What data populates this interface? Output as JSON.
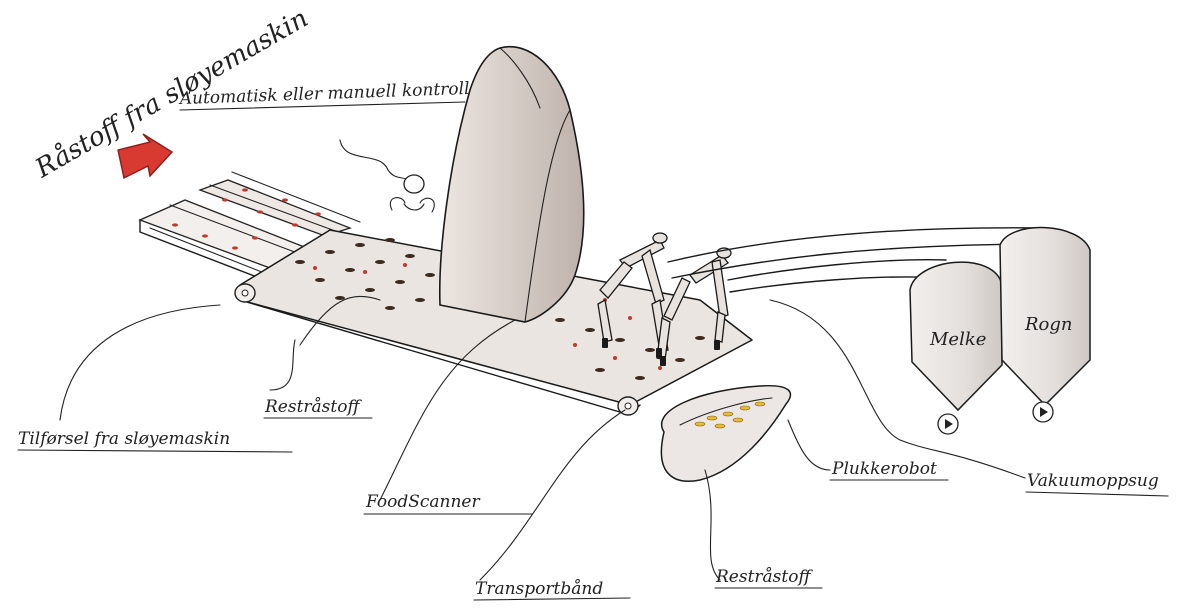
{
  "title": "Råstoff fra sløyemaskin",
  "labels": {
    "control": "Automatisk eller manuell kontroll",
    "residual_belt": "Restråstoff",
    "supply": "Tilførsel fra sløyemaskin",
    "scanner": "FoodScanner",
    "conveyor": "Transportbånd",
    "residual_bin": "Restråstoff",
    "picker": "Plukkerobot",
    "vacuum": "Vakuumoppsug"
  },
  "tanks": {
    "left": "Melke",
    "right": "Rogn"
  },
  "colors": {
    "arrow": "#d83a32",
    "scanner_body": "#d8d0cb",
    "belt": "#ebe5e1",
    "tank": "#e9e5e3"
  }
}
